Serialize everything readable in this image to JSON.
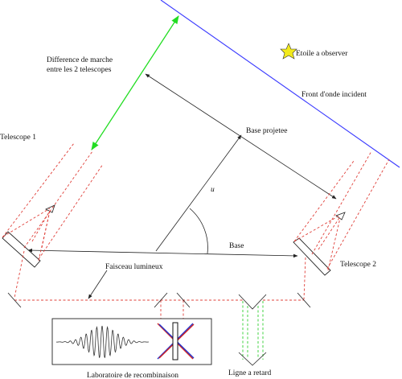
{
  "labels": {
    "star": "Etoile a observer",
    "wavefront": "Front d'onde incident",
    "path_difference_line1": "Difference de marche",
    "path_difference_line2": "entre les 2 telescopes",
    "telescope1": "Telescope 1",
    "telescope2": "Telescope 2",
    "projected_baseline": "Base projetee",
    "unit_vector": "u",
    "baseline": "Base",
    "light_beams": "Faisceau lumineux",
    "lab": "Laboratoire de recombinaison",
    "delay_line": "Ligne a retard"
  },
  "colors": {
    "wavefront": "#3a3aff",
    "path_difference_arrow": "#22dd22",
    "beam": "#e0403a",
    "delay_beam": "#2fcf2f",
    "star": "#f2ea1c",
    "fringe_blue": "#2233cc",
    "fringe_red": "#d22222"
  }
}
